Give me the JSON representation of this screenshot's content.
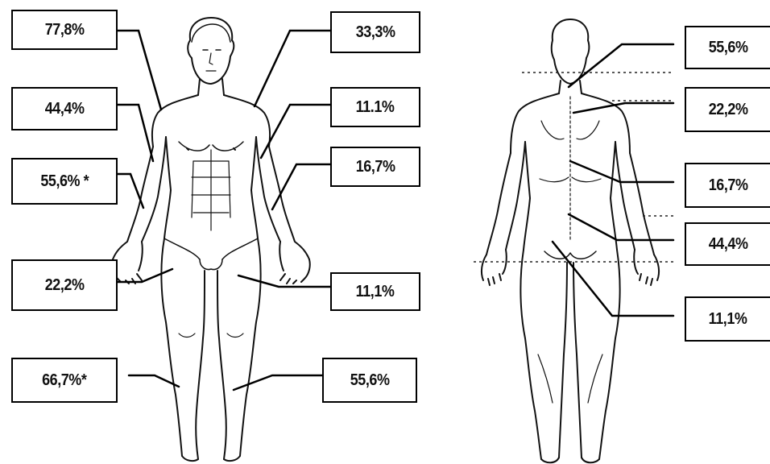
{
  "front_view": {
    "labels": [
      {
        "key": "f-shoulder-right",
        "text": "77,8%"
      },
      {
        "key": "f-upper-arm-right",
        "text": "44,4%"
      },
      {
        "key": "f-forearm-right",
        "text": "55,6% *"
      },
      {
        "key": "f-thigh-right",
        "text": "22,2%"
      },
      {
        "key": "f-lower-leg-right",
        "text": "66,7%*"
      },
      {
        "key": "f-shoulder-left",
        "text": "33,3%"
      },
      {
        "key": "f-upper-arm-left",
        "text": "11.1%"
      },
      {
        "key": "f-forearm-left",
        "text": "16,7%"
      },
      {
        "key": "f-thigh-left",
        "text": "11,1%"
      },
      {
        "key": "f-lower-leg-left",
        "text": "55,6%"
      }
    ]
  },
  "back_view": {
    "labels": [
      {
        "key": "b-neck",
        "text": "55,6%"
      },
      {
        "key": "b-upper-back",
        "text": "22,2%"
      },
      {
        "key": "b-mid-back",
        "text": "16,7%"
      },
      {
        "key": "b-lower-back",
        "text": "44,4%"
      },
      {
        "key": "b-buttocks",
        "text": "11,1%"
      }
    ]
  }
}
